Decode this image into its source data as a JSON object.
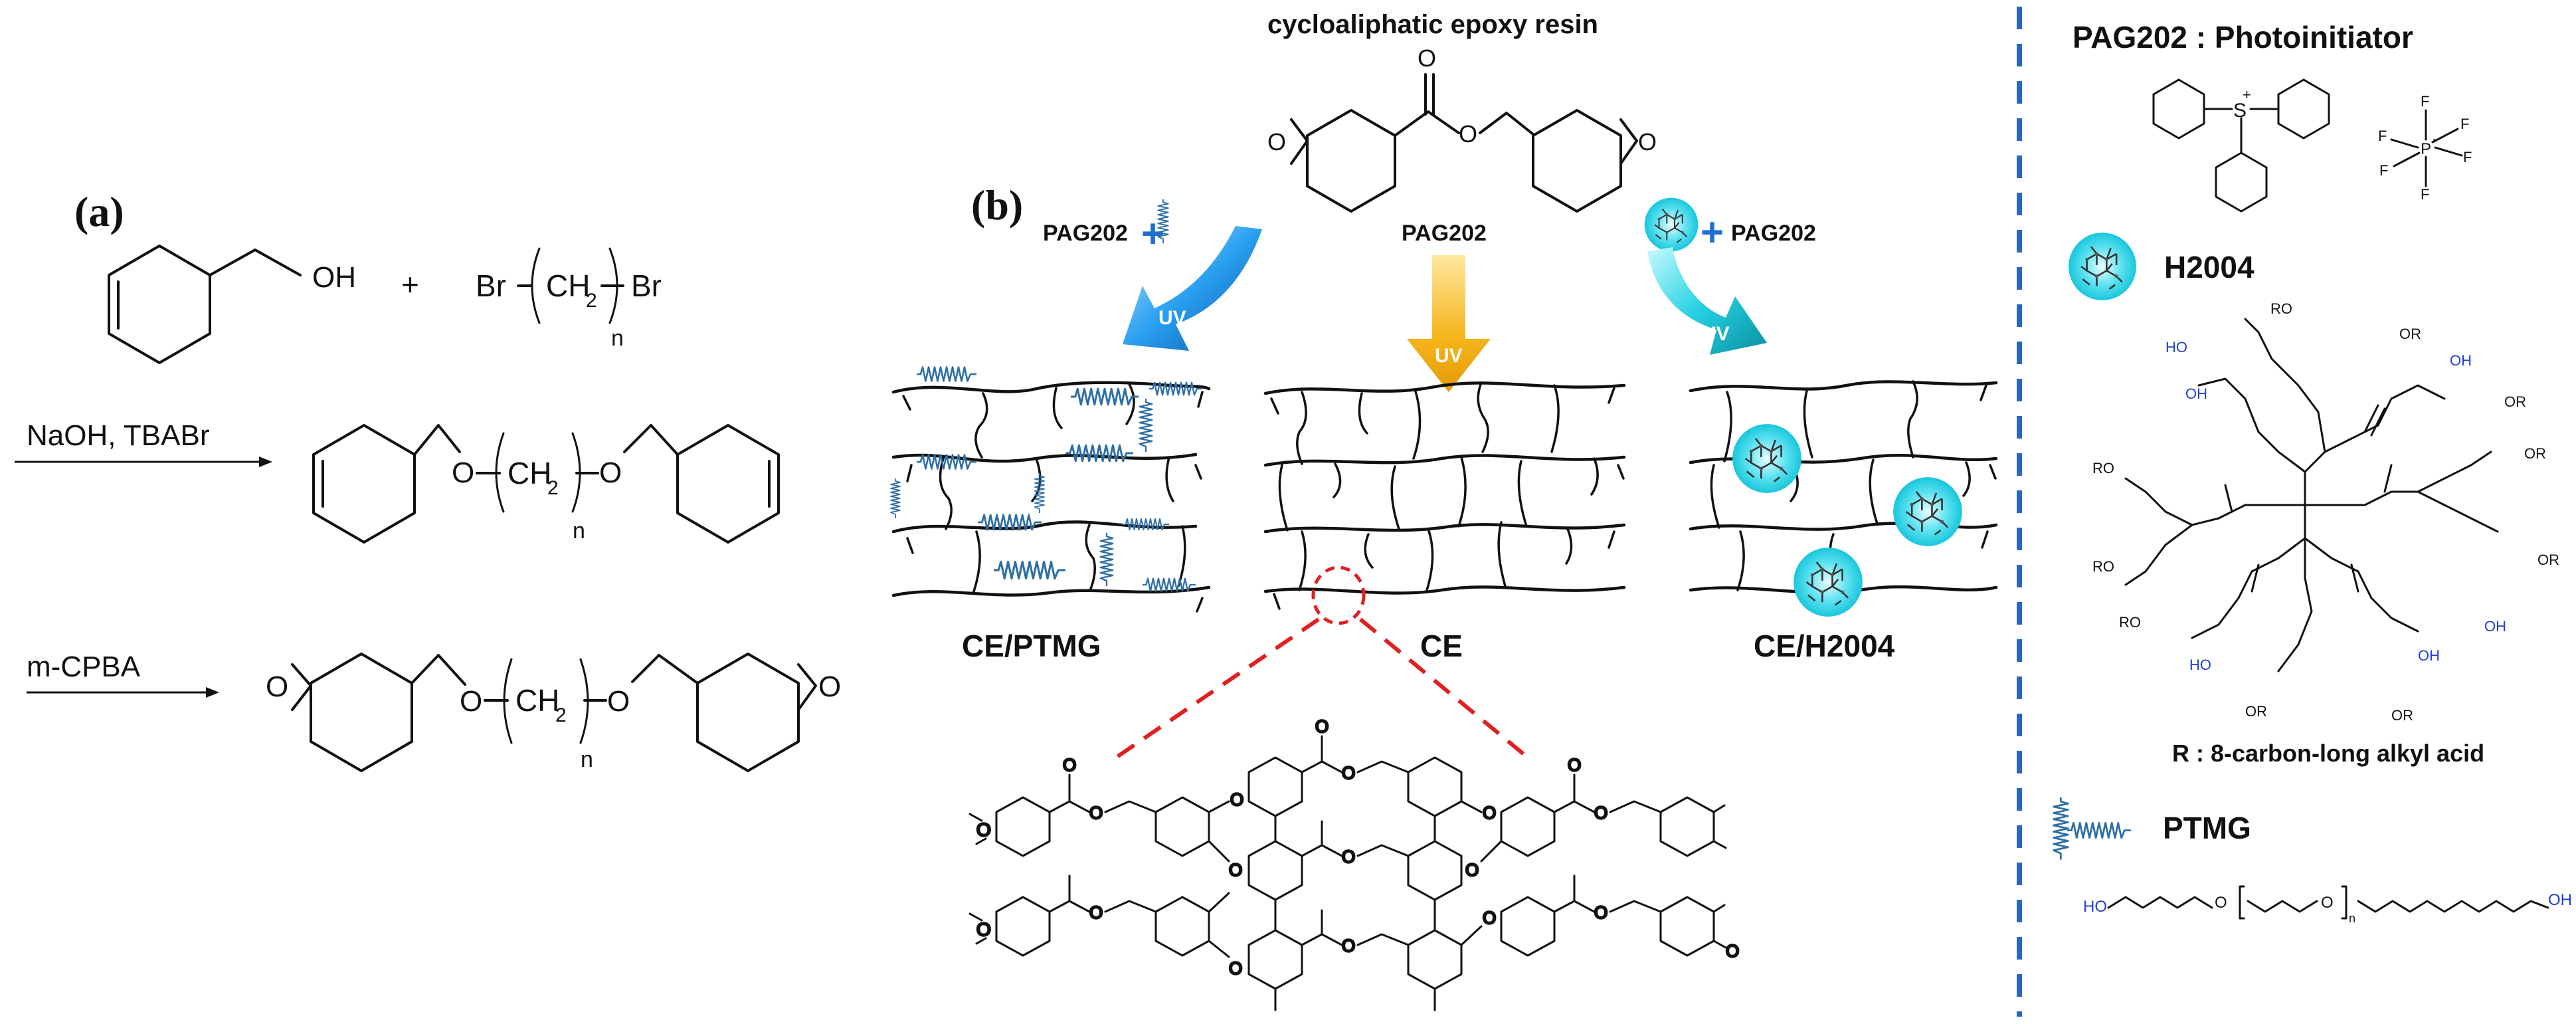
{
  "panel_a": {
    "label": "(a)",
    "reactant_oh": "OH",
    "plus": "+",
    "br_left": "Br",
    "ch2": "CH",
    "ch2_sub": "2",
    "n": "n",
    "br_right": "Br",
    "step1_reagents": "NaOH, TBABr",
    "step2_reagents": "m-CPBA",
    "o_atom": "O"
  },
  "panel_b": {
    "label": "(b)",
    "title": "cycloaliphatic epoxy resin",
    "pag_left": "PAG202",
    "pag_center": "PAG202",
    "pag_right": "PAG202",
    "plus_sign": "+",
    "uv": "UV",
    "net_left_label": "CE/PTMG",
    "net_center_label": "CE",
    "net_right_label": "CE/H2004"
  },
  "legend": {
    "pag_title": "PAG202 : Photoinitiator",
    "h2004_title": "H2004",
    "r_note": "R : 8-carbon-long alkyl acid",
    "ptmg_title": "PTMG",
    "ho": "HO",
    "oh": "OH",
    "or": "OR",
    "ro": "RO"
  },
  "colors": {
    "divider": "#2a67c0",
    "uv_blue": "#1e7fd0",
    "uv_yellow": "#f4b81a",
    "uv_cyan": "#1ec8d8",
    "nano_cyan": "#22d3e6",
    "spring_blue": "#2f6fa6",
    "dashed_red": "#e02020",
    "hydroxyl_blue": "#1f3fd0"
  }
}
